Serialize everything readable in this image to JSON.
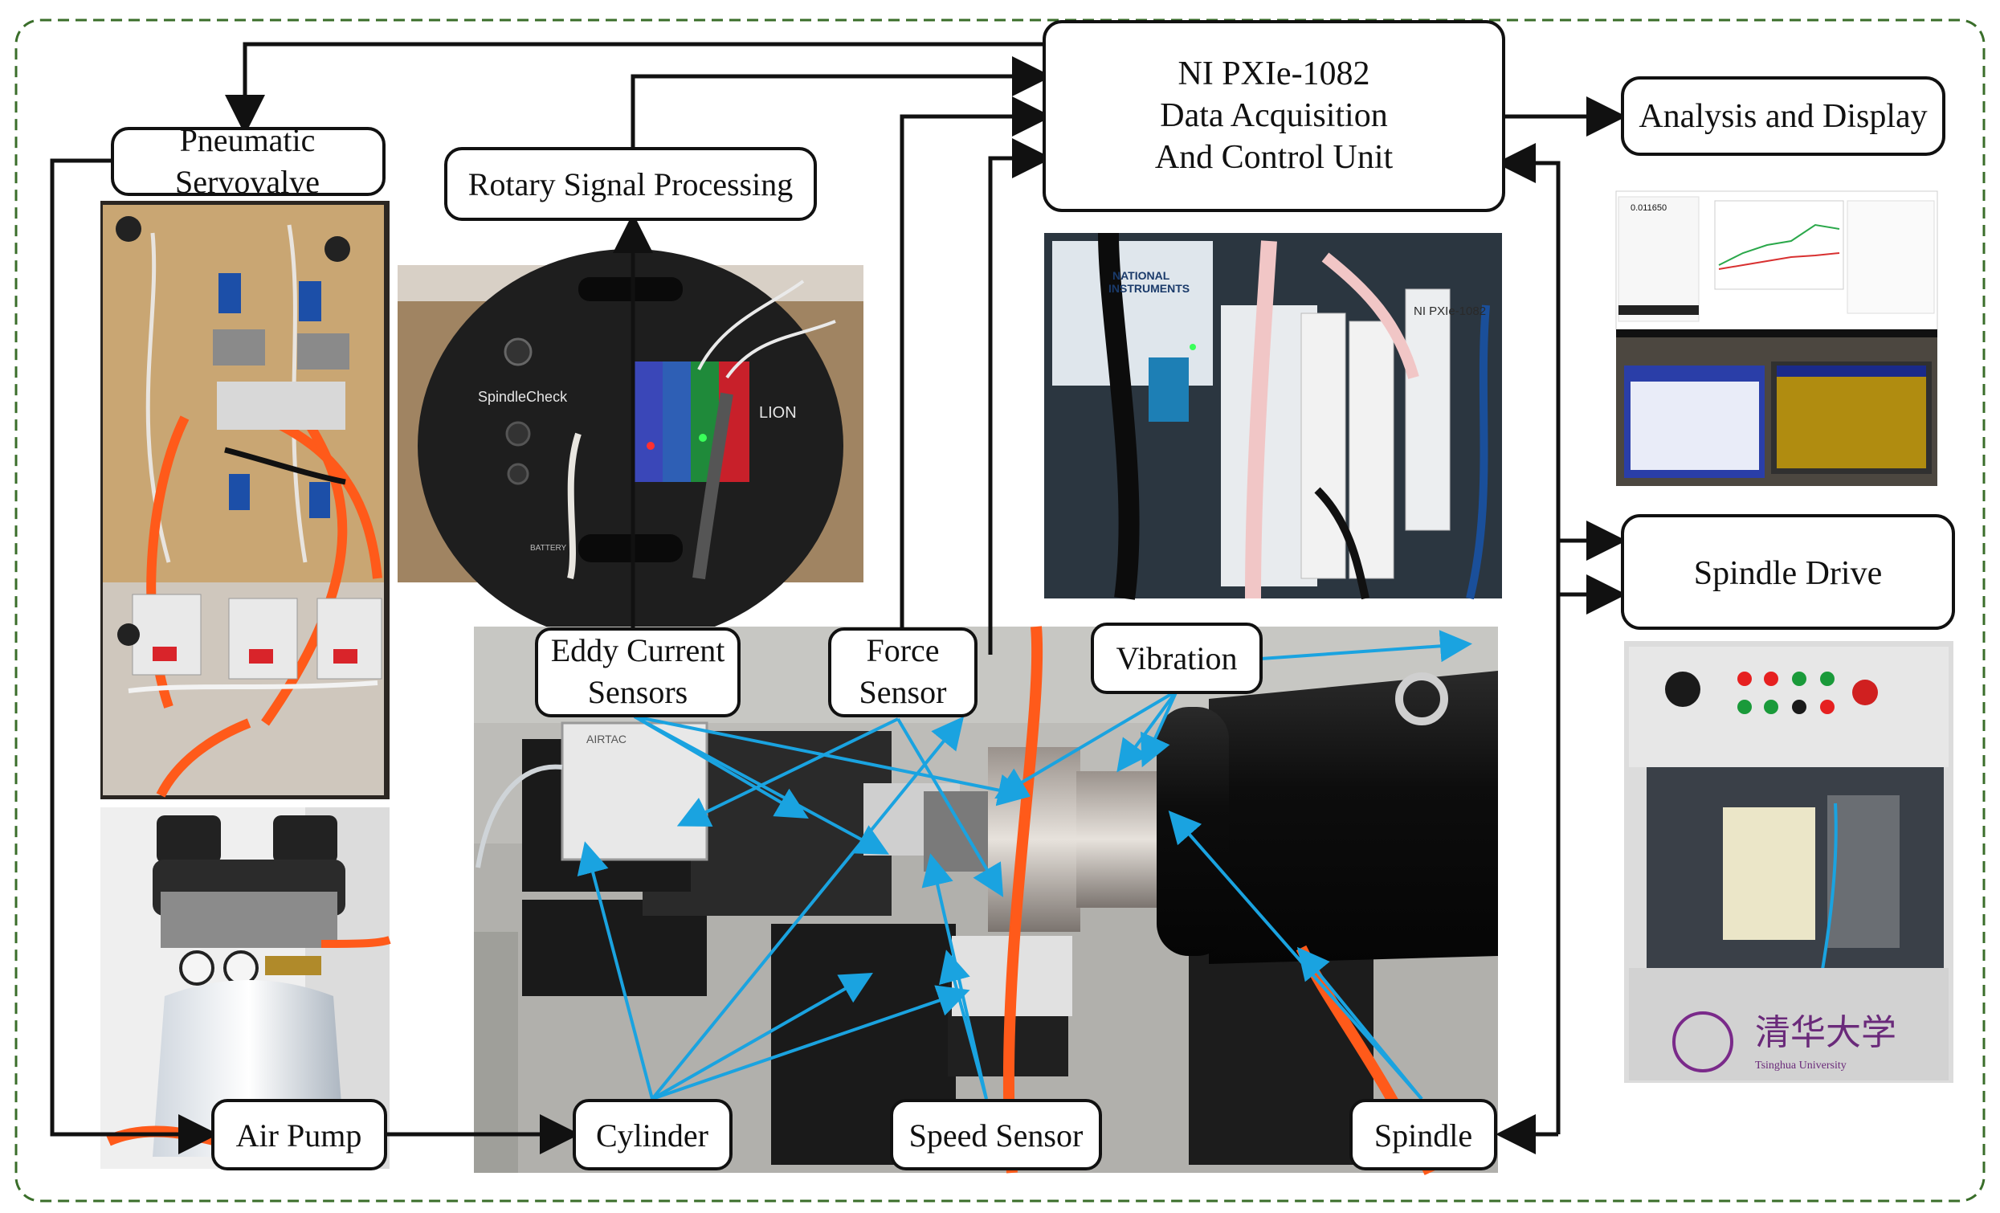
{
  "labels": {
    "ni_unit": [
      "NI PXIe-1082",
      "Data Acquisition",
      "And Control Unit"
    ],
    "analysis_display": "Analysis and Display",
    "spindle_drive": "Spindle Drive",
    "pneumatic_servovalve": [
      "Pneumatic",
      "Servovalve"
    ],
    "rotary_signal_processing": "Rotary Signal Processing",
    "eddy_current_sensors": [
      "Eddy Current",
      "Sensors"
    ],
    "force_sensor": [
      "Force",
      "Sensor"
    ],
    "vibration": "Vibration",
    "air_pump": "Air Pump",
    "cylinder": "Cylinder",
    "speed_sensor": "Speed Sensor",
    "spindle": "Spindle"
  },
  "photo_text": {
    "spindlecheck_brand": "SpindleCheck",
    "spindlecheck_maker": "LION",
    "spindlecheck_battery": "BATTERY",
    "ni_brand": [
      "NATIONAL",
      "INSTRUMENTS"
    ],
    "ni_chassis": "NI PXIe-1082",
    "cylinder_brand": "AIRTAC",
    "university_name": "Tsinghua University",
    "university_cn": "清华大学",
    "software_value": "0.011650"
  },
  "colors": {
    "black_arrow": "#111111",
    "blue_arrow": "#1aa3e0",
    "frame_dash": "#3a6e2a",
    "orange_tube": "#ff5a1a"
  }
}
